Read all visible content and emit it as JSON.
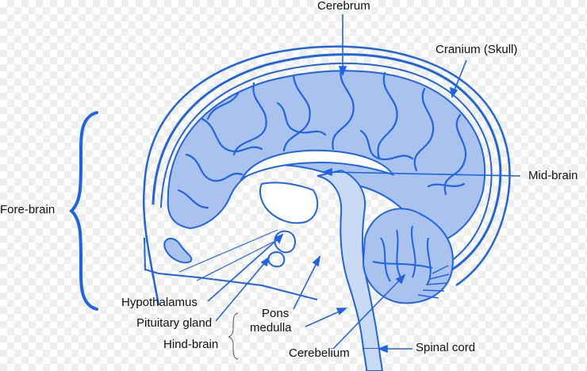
{
  "labels": {
    "cerebrum": "Cerebrum",
    "cranium": "Cranium  (Skull)",
    "midbrain": "Mid-brain",
    "forebrain": "Fore-brain",
    "hypothalamus": "Hypothalamus",
    "pituitary": "Pituitary  gland",
    "hindbrain": "Hind-brain",
    "pons": "Pons",
    "medulla": "medulla",
    "cerebellum": "Cerebelium",
    "spinal_cord": "Spinal cord"
  },
  "colors": {
    "outline": "#1e64e6",
    "fill": "#a9c3ee",
    "fill_light": "#c9daf5",
    "label_text": "#111111"
  }
}
